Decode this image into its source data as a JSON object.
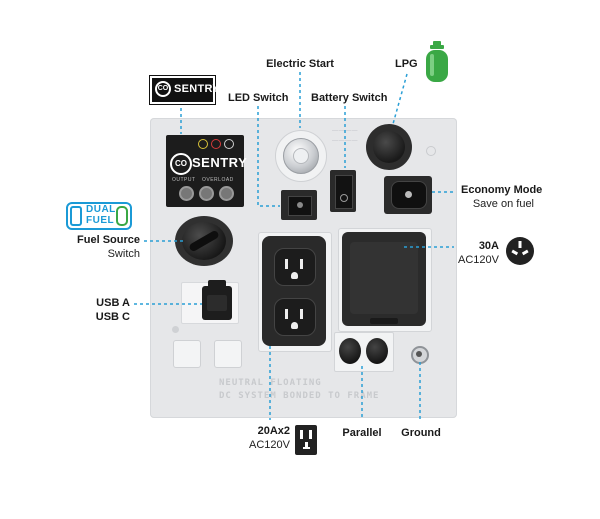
{
  "callouts": {
    "electric_start": "Electric Start",
    "lpg": "LPG",
    "led_switch": "LED Switch",
    "battery_switch": "Battery Switch",
    "economy_mode": "Economy Mode",
    "economy_sub": "Save on fuel",
    "fuel_source": "Fuel Source",
    "fuel_source_sub": "Switch",
    "thirty_amp": "30A",
    "thirty_amp_sub": "AC120V",
    "usb_a": "USB A",
    "usb_c": "USB C",
    "twenty_amp": "20Ax2",
    "twenty_amp_sub": "AC120V",
    "parallel": "Parallel",
    "ground": "Ground"
  },
  "logo": {
    "co": "CO",
    "sentry": "SENTRY"
  },
  "dual_fuel": {
    "dual": "DUAL",
    "fuel": "FUEL"
  },
  "panel": {
    "stencil_line1": "NEUTRAL FLOATING",
    "stencil_line2": "DC SYSTEM BONDED TO FRAME",
    "mini_output": "OUTPUT",
    "mini_overload": "OVERLOAD"
  },
  "colors": {
    "callout_line": "#2a9fd6",
    "lpg_green": "#3aa845",
    "dual_fuel_blue": "#1b9ad6",
    "panel": "#e6e7e9",
    "outlet_dark": "#2b2b2b"
  }
}
